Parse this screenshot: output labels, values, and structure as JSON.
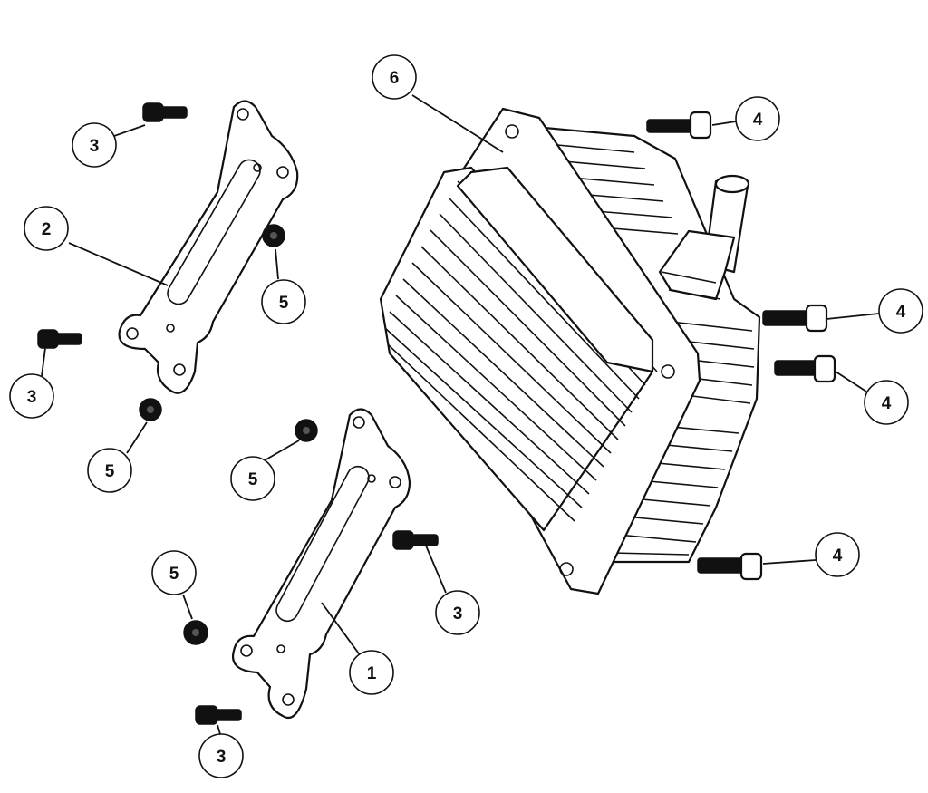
{
  "diagram": {
    "callouts": [
      {
        "id": "c-6",
        "label": "6"
      },
      {
        "id": "c-3a",
        "label": "3"
      },
      {
        "id": "c-4a",
        "label": "4"
      },
      {
        "id": "c-2",
        "label": "2"
      },
      {
        "id": "c-5a",
        "label": "5"
      },
      {
        "id": "c-4b",
        "label": "4"
      },
      {
        "id": "c-3b",
        "label": "3"
      },
      {
        "id": "c-4c",
        "label": "4"
      },
      {
        "id": "c-5b",
        "label": "5"
      },
      {
        "id": "c-5c",
        "label": "5"
      },
      {
        "id": "c-4d",
        "label": "4"
      },
      {
        "id": "c-5d",
        "label": "5"
      },
      {
        "id": "c-3c",
        "label": "3"
      },
      {
        "id": "c-1",
        "label": "1"
      },
      {
        "id": "c-3d",
        "label": "3"
      }
    ],
    "colors": {
      "line": "#111111",
      "background": "#ffffff"
    }
  }
}
